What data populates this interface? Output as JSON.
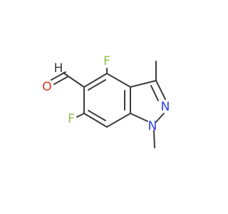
{
  "molecule": {
    "atoms": {
      "aldehyde_h": {
        "label": "H",
        "color": "#3c3c3c"
      },
      "oxygen": {
        "label": "O",
        "color": "#e0301e"
      },
      "fluorine_top": {
        "label": "F",
        "color": "#8fbf4a"
      },
      "fluorine_left": {
        "label": "F",
        "color": "#8fbf4a"
      },
      "nitrogen_2": {
        "label": "N",
        "color": "#2b3fe0"
      },
      "nitrogen_1": {
        "label": "N",
        "color": "#2b3fe0"
      }
    },
    "bond_color": "#3c3c3c"
  }
}
